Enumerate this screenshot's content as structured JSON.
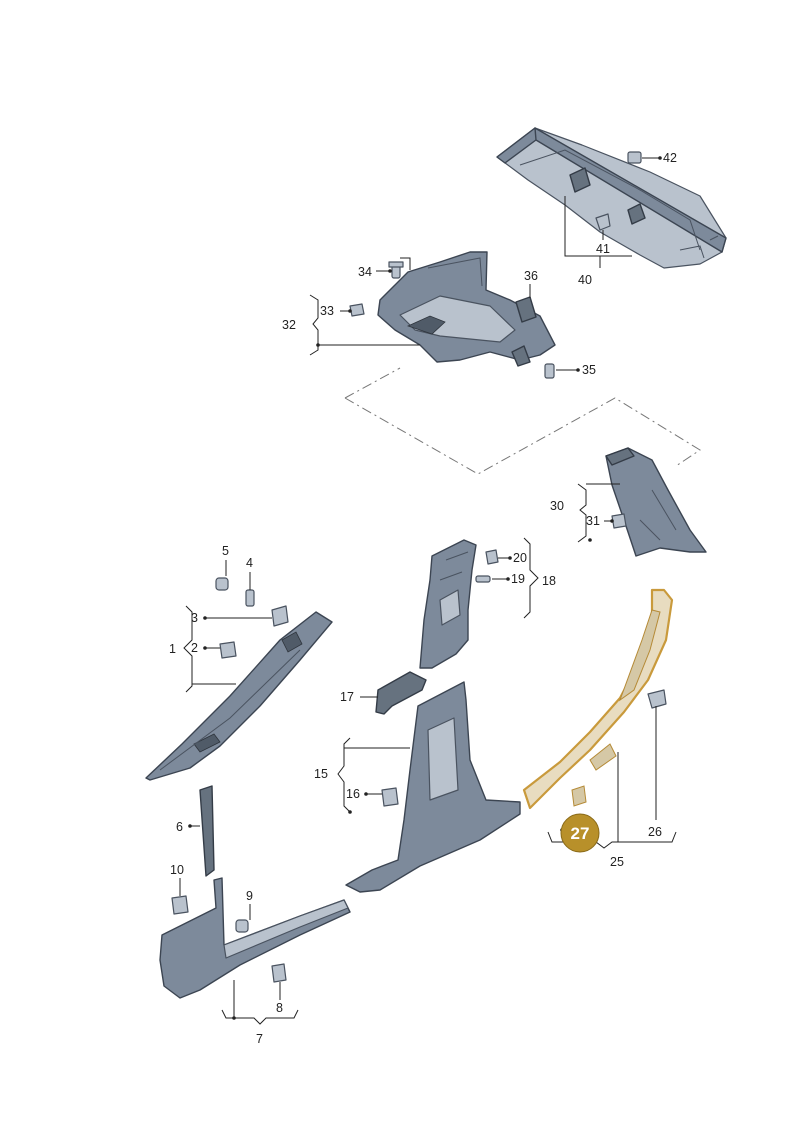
{
  "labels": {
    "l1": "1",
    "l2": "2",
    "l3": "3",
    "l4": "4",
    "l5": "5",
    "l6": "6",
    "l7": "7",
    "l8": "8",
    "l9": "9",
    "l10": "10",
    "l15": "15",
    "l16": "16",
    "l17": "17",
    "l18": "18",
    "l19": "19",
    "l20": "20",
    "l25": "25",
    "l26": "26",
    "l30": "30",
    "l31": "31",
    "l32": "32",
    "l33": "33",
    "l34": "34",
    "l35": "35",
    "l36": "36",
    "l40": "40",
    "l41": "41",
    "l42": "42"
  },
  "highlight": {
    "label": "27",
    "color": "#b8902a"
  }
}
